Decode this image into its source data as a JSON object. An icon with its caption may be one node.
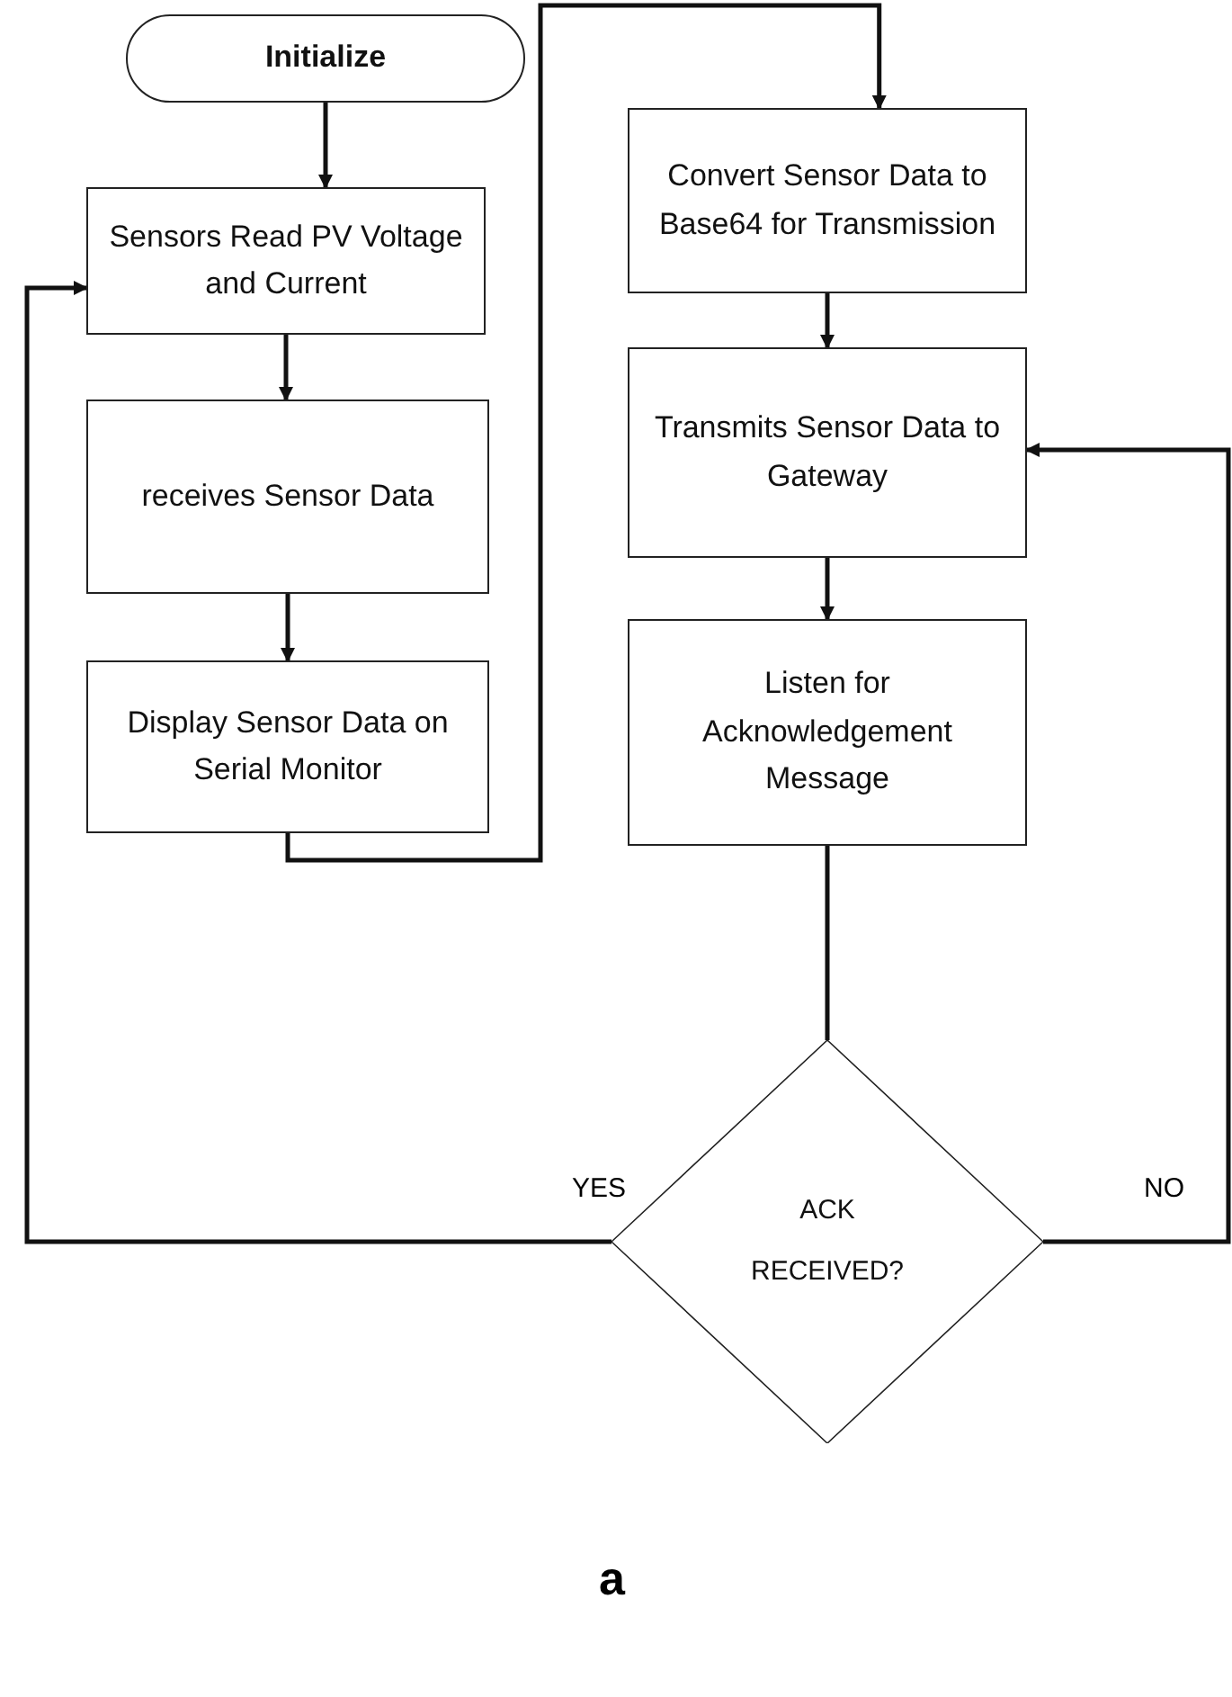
{
  "diagram": {
    "nodes": [
      {
        "text": [
          "Initialize"
        ]
      },
      {
        "text": [
          "Sensors Read PV Voltage and Current"
        ]
      },
      {
        "text": [
          "receives Sensor Data"
        ]
      },
      {
        "text": [
          "Display Sensor Data on Serial Monitor"
        ]
      },
      {
        "text": [
          "Convert Sensor Data to Base64 for Transmission"
        ]
      },
      {
        "text": [
          "Transmits Sensor Data to Gateway"
        ]
      },
      {
        "text": [
          "Listen for Acknowledgement Message"
        ]
      },
      {
        "text": [
          "ACK RECEIVED?"
        ]
      }
    ],
    "edges": [
      {
        "from": 0,
        "to": 1,
        "arrow": "to"
      },
      {
        "from": 1,
        "to": 2,
        "arrow": "to"
      },
      {
        "from": 2,
        "to": 3,
        "arrow": "to"
      },
      {
        "from": 3,
        "to": 4,
        "arrow": "to"
      },
      {
        "from": 4,
        "to": 5,
        "arrow": "to"
      },
      {
        "from": 5,
        "to": 6,
        "arrow": "to"
      },
      {
        "from": 6,
        "to": 7,
        "arrow": "none"
      },
      {
        "from": 7,
        "to": 1,
        "arrow": "to",
        "label": "YES"
      },
      {
        "from": 7,
        "to": 5,
        "arrow": "to",
        "label": "NO"
      }
    ],
    "labels": [
      "a"
    ]
  }
}
